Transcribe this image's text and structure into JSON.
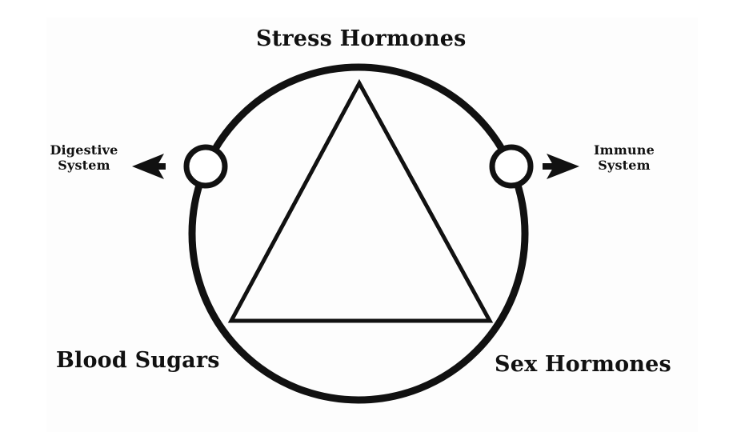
{
  "diagram": {
    "top_label": "Stress Hormones",
    "left_label": "Blood Sugars",
    "right_label": "Sex Hormones",
    "left_side": {
      "line1": "Digestive",
      "line2": "System"
    },
    "right_side": {
      "line1": "Immune",
      "line2": "System"
    },
    "colors": {
      "stroke": "#111111",
      "background": "#ffffff"
    }
  }
}
